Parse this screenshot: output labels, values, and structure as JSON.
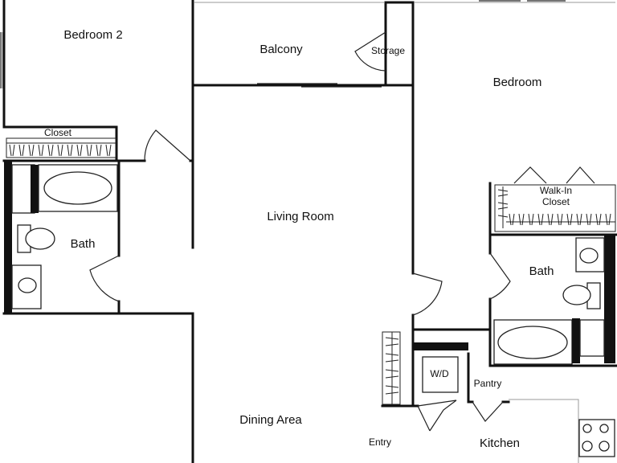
{
  "rooms": {
    "bedroom2": "Bedroom 2",
    "balcony": "Balcony",
    "storage": "Storage",
    "bedroom": "Bedroom",
    "closet": "Closet",
    "living_room": "Living Room",
    "bath_left": "Bath",
    "walk_in_line1": "Walk-In",
    "walk_in_line2": "Closet",
    "bath_right": "Bath",
    "wd": "W/D",
    "pantry": "Pantry",
    "dining_area": "Dining Area",
    "entry": "Entry",
    "kitchen": "Kitchen"
  }
}
